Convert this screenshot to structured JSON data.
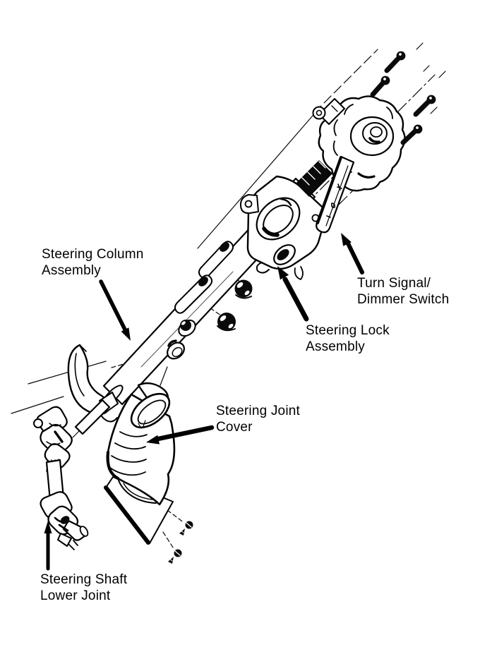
{
  "figure": {
    "background_color": "#ffffff",
    "ink_color": "#000000",
    "labels": [
      {
        "id": "steering-column-assembly",
        "line1": "Steering Column",
        "line2": "Assembly"
      },
      {
        "id": "turn-signal-dimmer-switch",
        "line1": "Turn Signal/",
        "line2": "Dimmer Switch"
      },
      {
        "id": "steering-lock-assembly",
        "line1": "Steering Lock",
        "line2": "Assembly"
      },
      {
        "id": "steering-joint-cover",
        "line1": "Steering Joint",
        "line2": "Cover"
      },
      {
        "id": "steering-shaft-lower-joint",
        "line1": "Steering Shaft",
        "line2": "Lower Joint"
      }
    ]
  }
}
